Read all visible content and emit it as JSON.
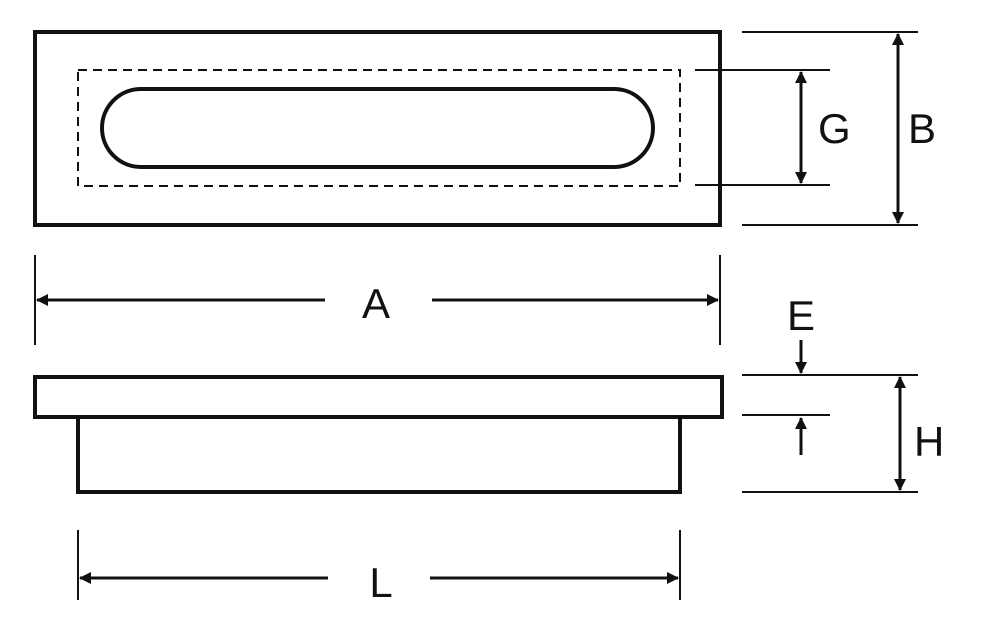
{
  "labels": {
    "A": "A",
    "B": "B",
    "G": "G",
    "E": "E",
    "H": "H",
    "L": "L"
  },
  "colors": {
    "stroke": "#111111",
    "background": "#ffffff"
  }
}
